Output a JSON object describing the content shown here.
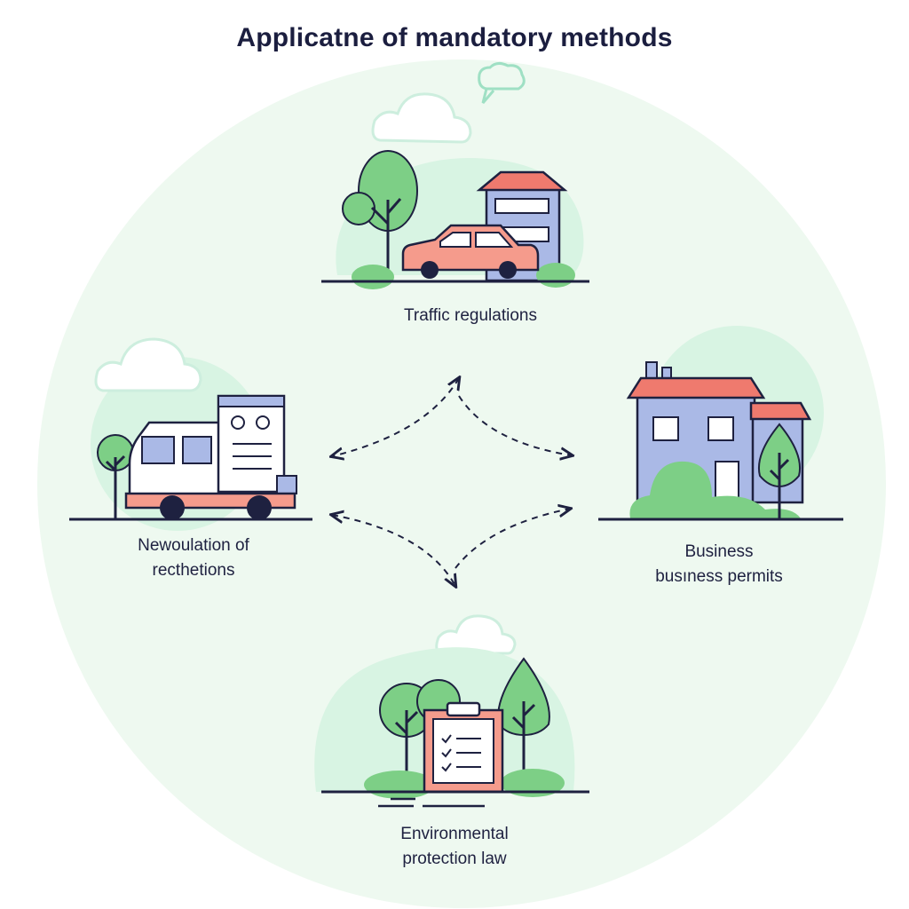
{
  "title": "Applicatne of mandatory methods",
  "colors": {
    "background": "#ffffff",
    "circle": "#eef9f0",
    "blob": "#d8f4e3",
    "tree": "#7dcf86",
    "trunk": "#1e2140",
    "roof": "#ef7a6e",
    "building": "#aab9e6",
    "car": "#f59b8c",
    "ink": "#1b1e3f"
  },
  "nodes": {
    "traffic": {
      "label": "Traffic regulations"
    },
    "business": {
      "line1": "Business",
      "line2": "busıness permits"
    },
    "newoulation": {
      "line1": "Newoulation of",
      "line2": "recthetions"
    },
    "environmental": {
      "line1": "Environmental",
      "line2": "protection law"
    }
  },
  "icons": [
    "speech-bubble-icon",
    "cloud-icon",
    "tree-icon",
    "building-icon",
    "car-icon",
    "house-icon",
    "van-icon",
    "clipboard-checklist-icon"
  ]
}
